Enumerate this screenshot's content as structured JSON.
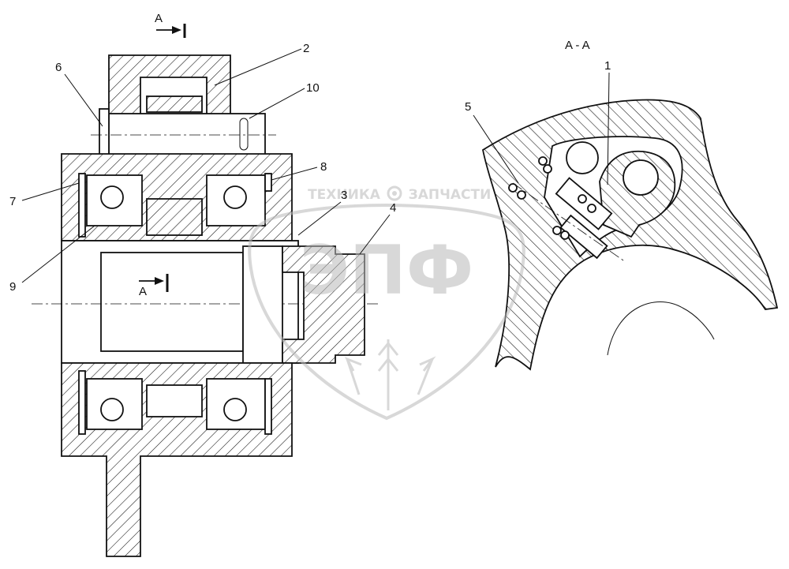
{
  "section_marks": {
    "top": "A",
    "middle": "A",
    "view_title": "A - A"
  },
  "callouts": [
    {
      "id": "1",
      "text": "1"
    },
    {
      "id": "2",
      "text": "2"
    },
    {
      "id": "3",
      "text": "3"
    },
    {
      "id": "4",
      "text": "4"
    },
    {
      "id": "5",
      "text": "5"
    },
    {
      "id": "6",
      "text": "6"
    },
    {
      "id": "7",
      "text": "7"
    },
    {
      "id": "8",
      "text": "8"
    },
    {
      "id": "9",
      "text": "9"
    },
    {
      "id": "10",
      "text": "10"
    }
  ],
  "watermark": {
    "logo_text": "ЭПФ",
    "left_word": "ТЕХНИКА",
    "right_word": "ЗАПЧАСТИ",
    "color": "#b9b9b9",
    "icon": "gear-icon"
  }
}
